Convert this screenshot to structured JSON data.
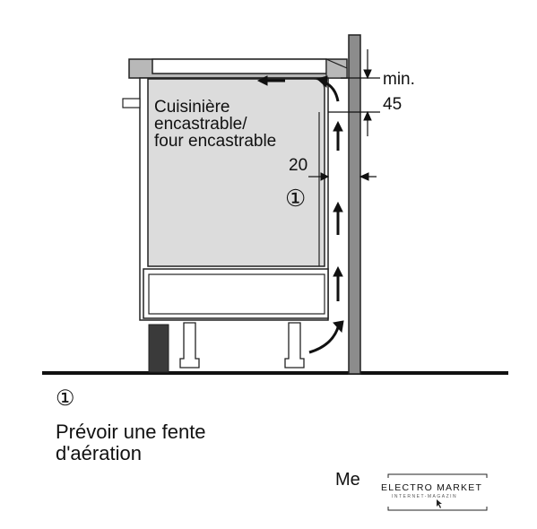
{
  "diagram": {
    "oven_label_lines": [
      "Cuisinière",
      "encastrable/",
      "four encastrable"
    ],
    "clearance_top_label": "min.",
    "clearance_top_value": "45",
    "clearance_side_value": "20",
    "callout_marker": "①"
  },
  "legend": {
    "marker": "①",
    "text_lines": [
      "Prévoir une fente",
      "d'aération"
    ]
  },
  "watermark": {
    "prefix": "Me",
    "brand": "ELECTRO MARKET",
    "tagline": "INTERNET-MAGAZIN"
  }
}
